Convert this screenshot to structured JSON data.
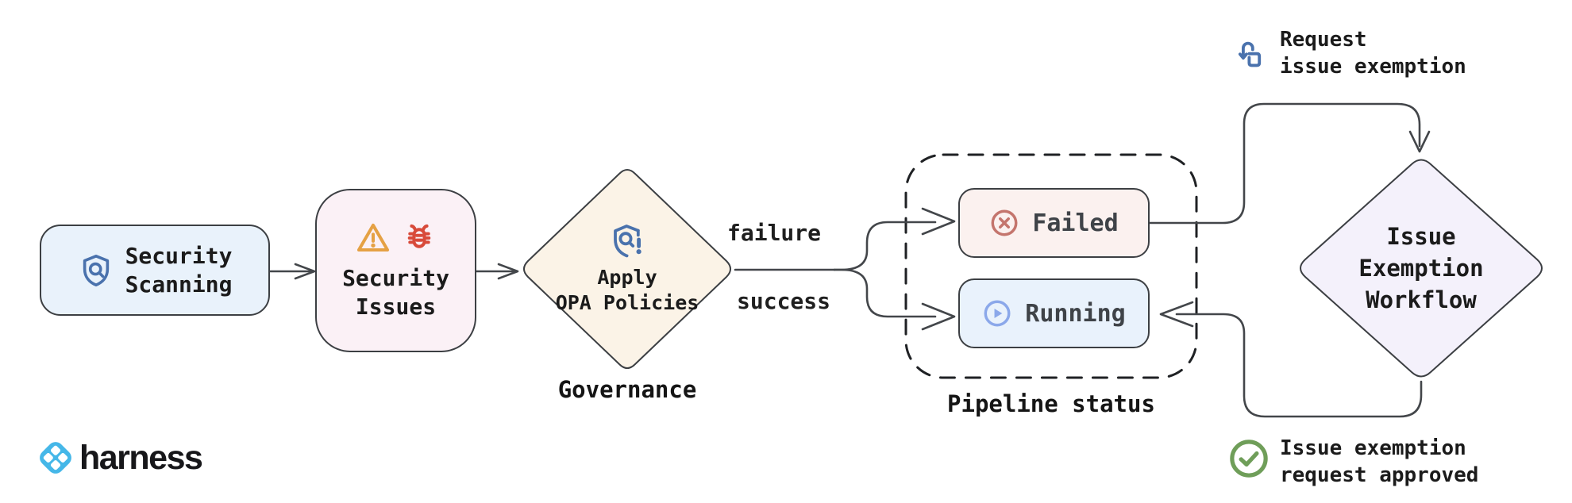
{
  "brand": {
    "wordmark": "harness"
  },
  "nodes": {
    "security_scanning": {
      "label": [
        "Security",
        "Scanning"
      ],
      "icon": "shield-search-icon",
      "bg": "#e9f2fb"
    },
    "security_issues": {
      "label": [
        "Security",
        "Issues"
      ],
      "icons": [
        "warning-triangle-icon",
        "bug-icon"
      ],
      "bg": "#fbf1f6"
    },
    "apply_opa": {
      "label": [
        "Apply",
        "OPA Policies"
      ],
      "caption": "Governance",
      "icon": "shield-alert-icon",
      "bg": "#fbf3e7"
    },
    "failed": {
      "label": "Failed",
      "icon": "circle-x-icon",
      "icon_color": "#c4756d",
      "bg": "#fbf1ef"
    },
    "running": {
      "label": "Running",
      "icon": "circle-play-icon",
      "icon_color": "#8ba8ea",
      "bg": "#e9f2fc"
    },
    "pipeline_status": {
      "caption": "Pipeline status"
    },
    "issue_exemption": {
      "label": [
        "Issue",
        "Exemption",
        "Workflow"
      ],
      "bg": "#f4f1fb"
    }
  },
  "edges": {
    "failure_label": "failure",
    "success_label": "success"
  },
  "annotations": {
    "request": {
      "lines": [
        "Request",
        "issue exemption"
      ],
      "icon": "hand-click-icon",
      "color": "#4a72ad"
    },
    "approved": {
      "lines": [
        "Issue exemption",
        "request approved"
      ],
      "icon": "circle-check-icon",
      "color": "#6f9e59"
    }
  },
  "colors": {
    "stroke_dark": "#3c3f43",
    "arrow": "#43464a",
    "icon_blue": "#4a72ad",
    "warning_orange": "#e5a144",
    "bug_red": "#d84a3a",
    "failed_red": "#c4756d",
    "running_blue": "#8ba8ea",
    "approved_green": "#6f9e59",
    "brand_blue": "#45b7e8"
  }
}
